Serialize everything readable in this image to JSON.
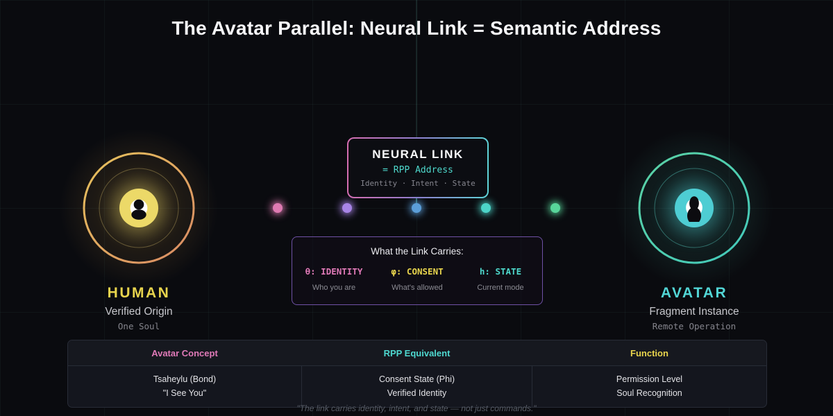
{
  "title": "The Avatar Parallel: Neural Link = Semantic Address",
  "neural_link": {
    "title": "NEURAL LINK",
    "subtitle": "= RPP Address",
    "caption": "Identity · Intent · State",
    "border_from": "#d56db0",
    "border_to": "#5fd4d8"
  },
  "dots": [
    "#de7ab2",
    "#a884e6",
    "#5b9ed8",
    "#4cd4c8",
    "#58d59a"
  ],
  "carries": {
    "title": "What the Link Carries:",
    "border_color": "#6f51a6",
    "items": [
      {
        "label": "θ: IDENTITY",
        "desc": "Who you are",
        "color": "#e07ab8"
      },
      {
        "label": "φ: CONSENT",
        "desc": "What's allowed",
        "color": "#e8d44d"
      },
      {
        "label": "h: STATE",
        "desc": "Current mode",
        "color": "#4ed8cc"
      }
    ]
  },
  "human": {
    "name": "HUMAN",
    "subtitle": "Verified Origin",
    "caption": "One Soul",
    "color": "#e8d44d",
    "ring_from": "#e7c35c",
    "ring_to": "#d98a64",
    "badge_color": "#ecd968",
    "icon": "person-icon"
  },
  "avatar": {
    "name": "AVATAR",
    "subtitle": "Fragment Instance",
    "caption": "Remote Operation",
    "color": "#52d6d6",
    "ring_from": "#5bd2a4",
    "ring_to": "#43c9bb",
    "badge_color": "#4ecdd3",
    "icon": "avatar-person-icon"
  },
  "table": {
    "headers": [
      {
        "label": "Avatar Concept",
        "color": "#e07ab8"
      },
      {
        "label": "RPP Equivalent",
        "color": "#4ed8d0"
      },
      {
        "label": "Function",
        "color": "#e8d44d"
      }
    ],
    "rows": [
      [
        [
          "Tsaheylu (Bond)",
          "\"I See You\""
        ],
        [
          "Consent State (Phi)",
          "Verified Identity"
        ],
        [
          "Permission Level",
          "Soul Recognition"
        ]
      ]
    ]
  },
  "quote": "\"The link carries identity, intent, and state — not just commands.\""
}
